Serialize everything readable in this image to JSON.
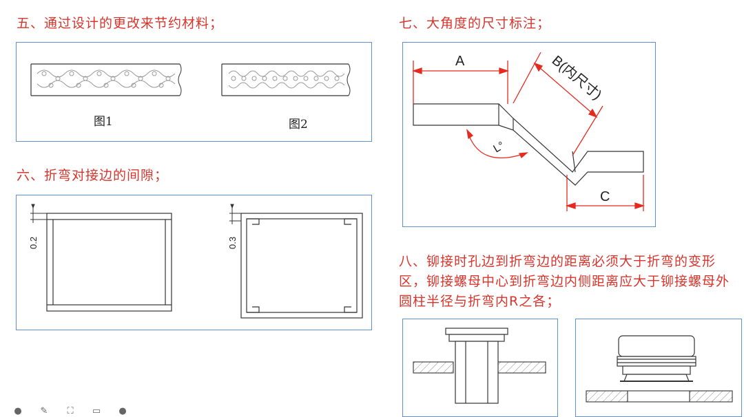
{
  "headings": {
    "s5": "五、通过设计的更改来节约材料；",
    "s6": "六、折弯对接边的间隙；",
    "s7": "七、大角度的尺寸标注；",
    "s8": "八、铆接时孔边到折弯边的距离必须大于折弯的变形区，铆接螺母中心到折弯边内侧距离应大于铆接螺母外圆柱半径与折弯内R之各；"
  },
  "fig5": {
    "caption1": "图1",
    "caption2": "图2"
  },
  "fig6": {
    "gap1": "0.2",
    "gap2": "0.3"
  },
  "fig7": {
    "dimA": "A",
    "dimB": "B(内尺寸)",
    "dimC": "C",
    "angle": "L°"
  },
  "toolbar": [
    {
      "icon": "circle-icon",
      "glyph": "●"
    },
    {
      "icon": "pen-icon",
      "glyph": "✎"
    },
    {
      "icon": "frame-icon",
      "glyph": "⛶"
    },
    {
      "icon": "window-icon",
      "glyph": "▭"
    },
    {
      "icon": "circle-icon",
      "glyph": "●"
    }
  ],
  "colors": {
    "heading": "#d9342b",
    "panel_border": "#5b8fd1",
    "dimension": "#e52b20"
  }
}
